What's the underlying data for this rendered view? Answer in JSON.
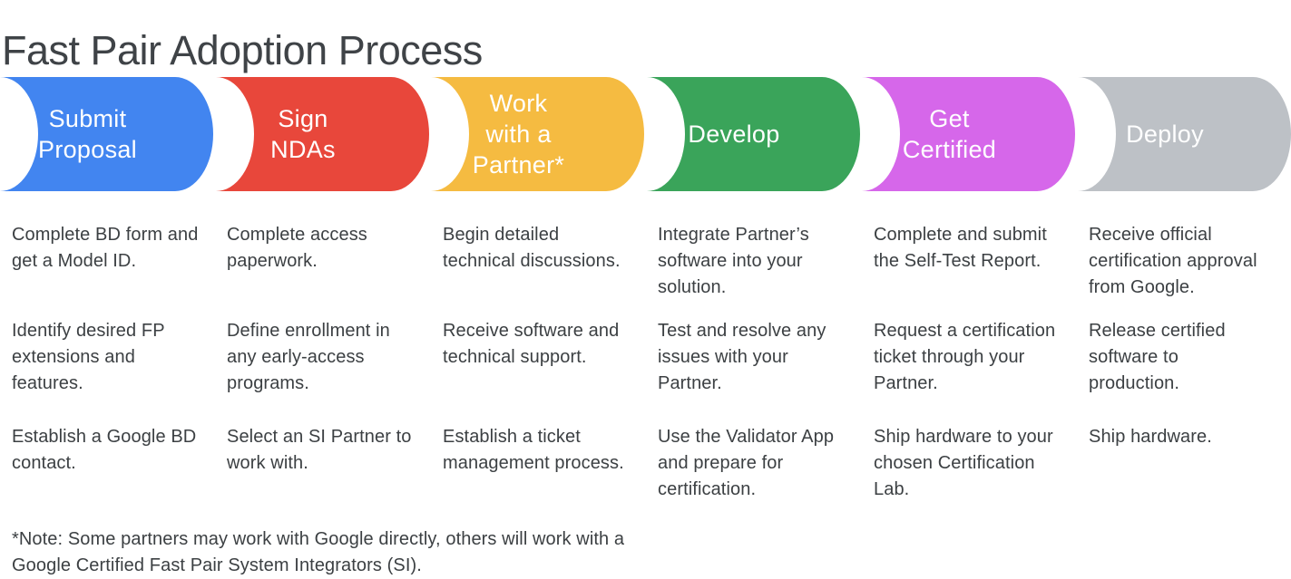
{
  "title": "Fast Pair Adoption Process",
  "colors": {
    "blue": "#4285f0",
    "red": "#e8473b",
    "yellow": "#f5bb41",
    "green": "#3aa45a",
    "magenta": "#d667ea",
    "gray": "#bdc1c6",
    "text": "#3c4043",
    "stage_text": "#ffffff"
  },
  "stages": [
    {
      "label": "Submit\nProposal",
      "color": "#4285f0",
      "items": [
        "Complete BD form and\nget a Model ID.",
        "Identify desired FP\nextensions and\nfeatures.",
        "Establish a Google BD\ncontact."
      ]
    },
    {
      "label": "Sign\nNDAs",
      "color": "#e8473b",
      "items": [
        "Complete access\npaperwork.",
        "Define enrollment in\nany early-access\nprograms.",
        "Select an SI Partner to\nwork with."
      ]
    },
    {
      "label": "Work\nwith a\nPartner*",
      "color": "#f5bb41",
      "items": [
        "Begin detailed\ntechnical discussions.",
        "Receive software and\ntechnical support.",
        "Establish a ticket\nmanagement process."
      ]
    },
    {
      "label": "Develop",
      "color": "#3aa45a",
      "items": [
        "Integrate Partner’s\nsoftware into your\nsolution.",
        "Test and resolve any\nissues with your\nPartner.",
        "Use the Validator App\nand prepare for\ncertification."
      ]
    },
    {
      "label": "Get\nCertified",
      "color": "#d667ea",
      "items": [
        "Complete and submit\nthe Self-Test Report.",
        "Request a certification\nticket through your\nPartner.",
        "Ship hardware to your\nchosen Certification\nLab."
      ]
    },
    {
      "label": "Deploy",
      "color": "#bdc1c6",
      "items": [
        "Receive official\ncertification approval\nfrom Google.",
        "Release certified\nsoftware to\nproduction.",
        "Ship hardware."
      ]
    }
  ],
  "footnote": "*Note: Some partners may work with Google directly, others will work with a\nGoogle Certified Fast Pair System Integrators (SI)."
}
